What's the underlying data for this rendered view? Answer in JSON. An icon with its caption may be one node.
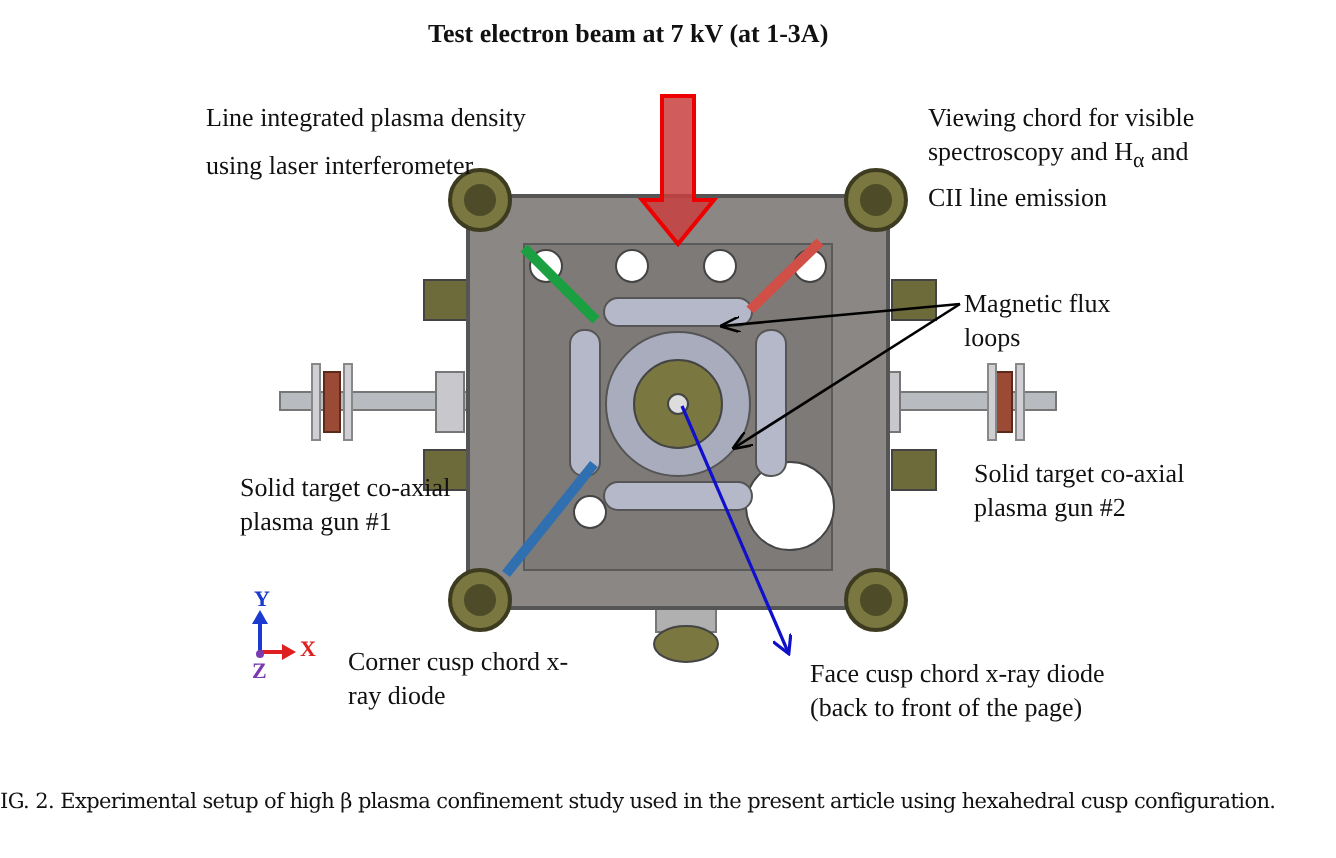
{
  "diagram": {
    "caption": "IG. 2. Experimental setup of high β plasma confinement study used in the present article using hexahedral cusp configuration.",
    "nodes": [
      {
        "text": [
          "Magnetic flux loops"
        ]
      },
      {
        "text": [],
        "shape": "bar"
      },
      {
        "text": [],
        "shape": "circle"
      }
    ],
    "edges": [
      {
        "from": 0,
        "to": 1,
        "arrow": "to"
      },
      {
        "from": 0,
        "to": 2,
        "arrow": "to"
      }
    ],
    "labels": [
      "Test electron beam at 7 kV (at 1-3A)",
      "Line integrated plasma density using laser interferometer",
      "Viewing chord for visible spectroscopy and H$_{α}$ and CII line emission",
      "Solid target co-axial plasma gun #1",
      "Solid target co-axial plasma gun #2",
      "Y",
      "X",
      "Z",
      "Corner cusp chord x-ray diode",
      "Face cusp chord x-ray diode (back to front of the page)"
    ]
  }
}
